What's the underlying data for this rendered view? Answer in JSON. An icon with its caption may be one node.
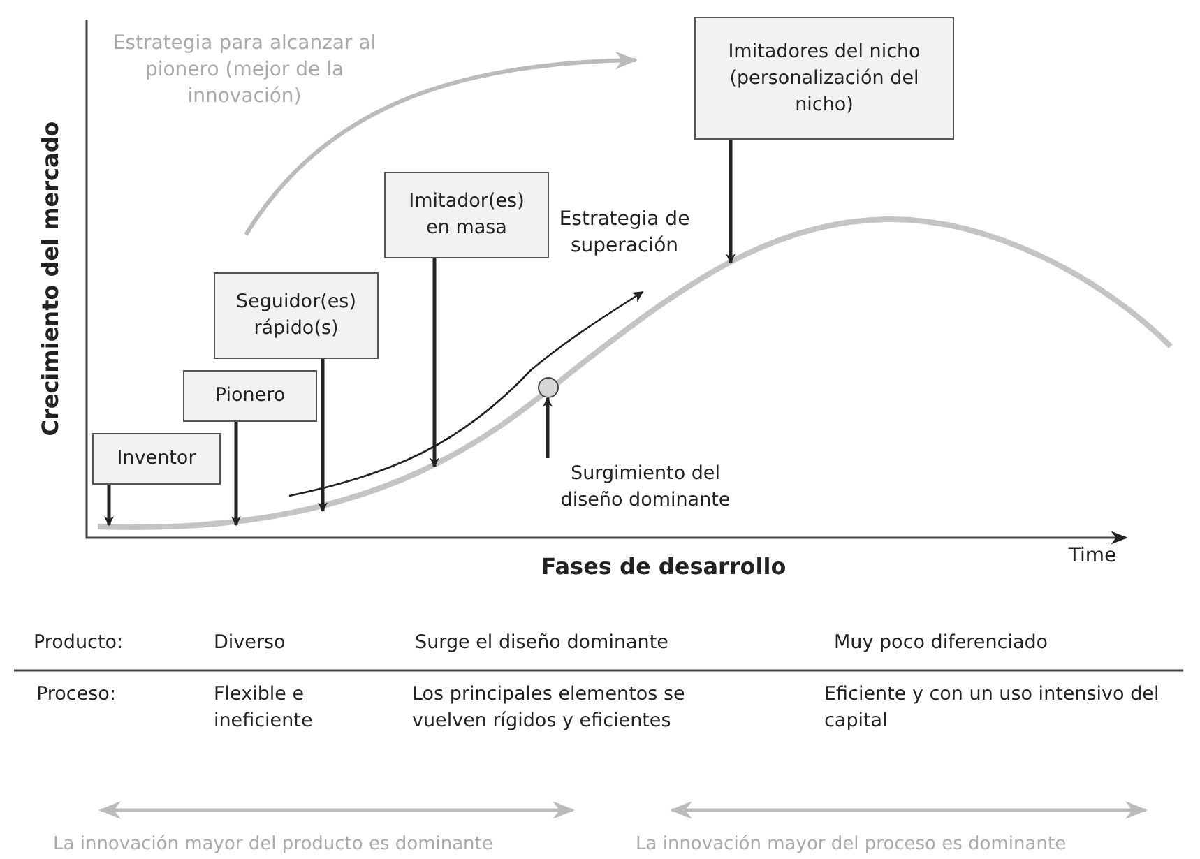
{
  "diagram": {
    "nodes": [
      {
        "text": [
          "Inventor"
        ]
      },
      {
        "text": [
          "Pionero"
        ]
      },
      {
        "text": [
          "Seguidor(es) rápido(s)"
        ]
      },
      {
        "text": [
          "Imitador(es) en masa"
        ]
      },
      {
        "text": [
          "Imitadores del nicho (personalización del nicho)"
        ]
      },
      {
        "text": [
          "Surgimiento del diseño dominante"
        ]
      },
      {
        "text": [],
        "shape": "circle"
      }
    ],
    "edges": [
      {
        "from": 0,
        "to": null,
        "arrow": "to"
      },
      {
        "from": 1,
        "to": null,
        "arrow": "to"
      },
      {
        "from": 2,
        "to": null,
        "arrow": "to"
      },
      {
        "from": 3,
        "to": null,
        "arrow": "to"
      },
      {
        "from": 4,
        "to": null,
        "arrow": "to"
      },
      {
        "from": 5,
        "to": 6,
        "arrow": "to"
      }
    ],
    "labels": [
      "Estrategia para alcanzar al pionero (mejor de la innovación)",
      "Estrategia de superación",
      "Crecimiento del mercado",
      "Fases de desarrollo",
      "Time",
      "Producto:",
      "Diverso",
      "Surge el diseño dominante",
      "Muy poco diferenciado",
      "Proceso:",
      "Flexible e ineficiente",
      "Los principales elementos se vuelven rígidos y eficientes",
      "Eficiente y con un uso intensivo del capital",
      "La innovación mayor del producto es dominante",
      "La innovación mayor del proceso es dominante"
    ]
  }
}
